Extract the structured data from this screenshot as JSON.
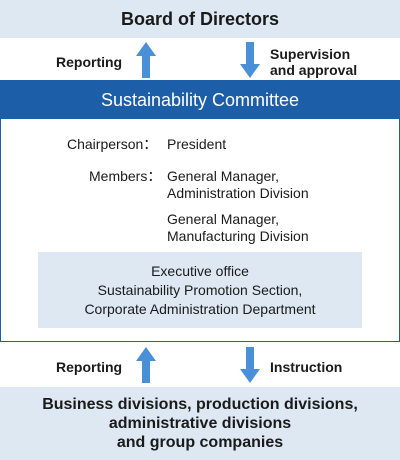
{
  "board": {
    "title": "Board of Directors"
  },
  "upper_flow": {
    "left_label": "Reporting",
    "right_label_line1": "Supervision",
    "right_label_line2": "and approval"
  },
  "committee": {
    "title": "Sustainability Committee",
    "chairperson_label": "Chairperson：",
    "chairperson_value": "President",
    "members_label": "Members：",
    "member1_line1": "General Manager,",
    "member1_line2": "Administration Division",
    "member2_line1": "General Manager,",
    "member2_line2": "Manufacturing Division",
    "exec_line1": "Executive office",
    "exec_line2": "Sustainability Promotion Section,",
    "exec_line3": "Corporate Administration Department"
  },
  "lower_flow": {
    "left_label": "Reporting",
    "right_label": "Instruction"
  },
  "divisions": {
    "line1": "Business divisions, production divisions,",
    "line2": "administrative divisions",
    "line3": "and group companies"
  },
  "colors": {
    "accent": "#1c5fa8",
    "light_box": "#dde8f2",
    "arrow": "#4a90d9"
  }
}
